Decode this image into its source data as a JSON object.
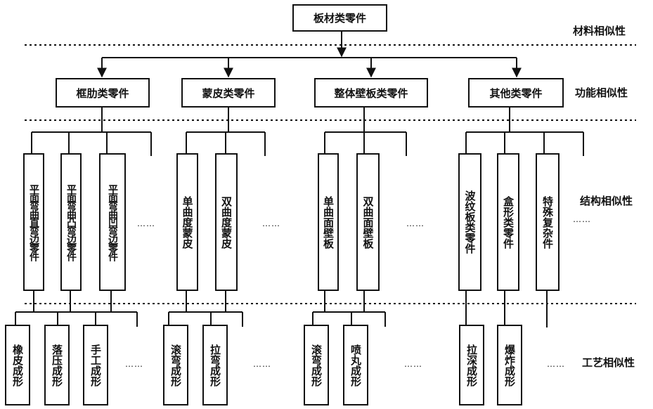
{
  "root": "板材类零件",
  "levels": {
    "material": "材料相似性",
    "function": "功能相似性",
    "structure": "结构相似性",
    "process": "工艺相似性"
  },
  "functional": [
    "框肋类零件",
    "蒙皮类零件",
    "整体壁板类零件",
    "其他类零件"
  ],
  "structural": [
    "平面弯曲直弯边零件",
    "平面弯曲凸弯边零件",
    "平面弯曲凹弯边零件",
    "单曲度蒙皮",
    "双曲度蒙皮",
    "单曲面壁板",
    "双曲面壁板",
    "波纹板类零件",
    "盒形类零件",
    "特殊复杂件"
  ],
  "process": [
    "橡皮成形",
    "落压成形",
    "手工成形",
    "滚弯成形",
    "拉弯成形",
    "滚弯成形",
    "喷丸成形",
    "拉深成形",
    "爆炸成形"
  ],
  "ellipsis": "……"
}
